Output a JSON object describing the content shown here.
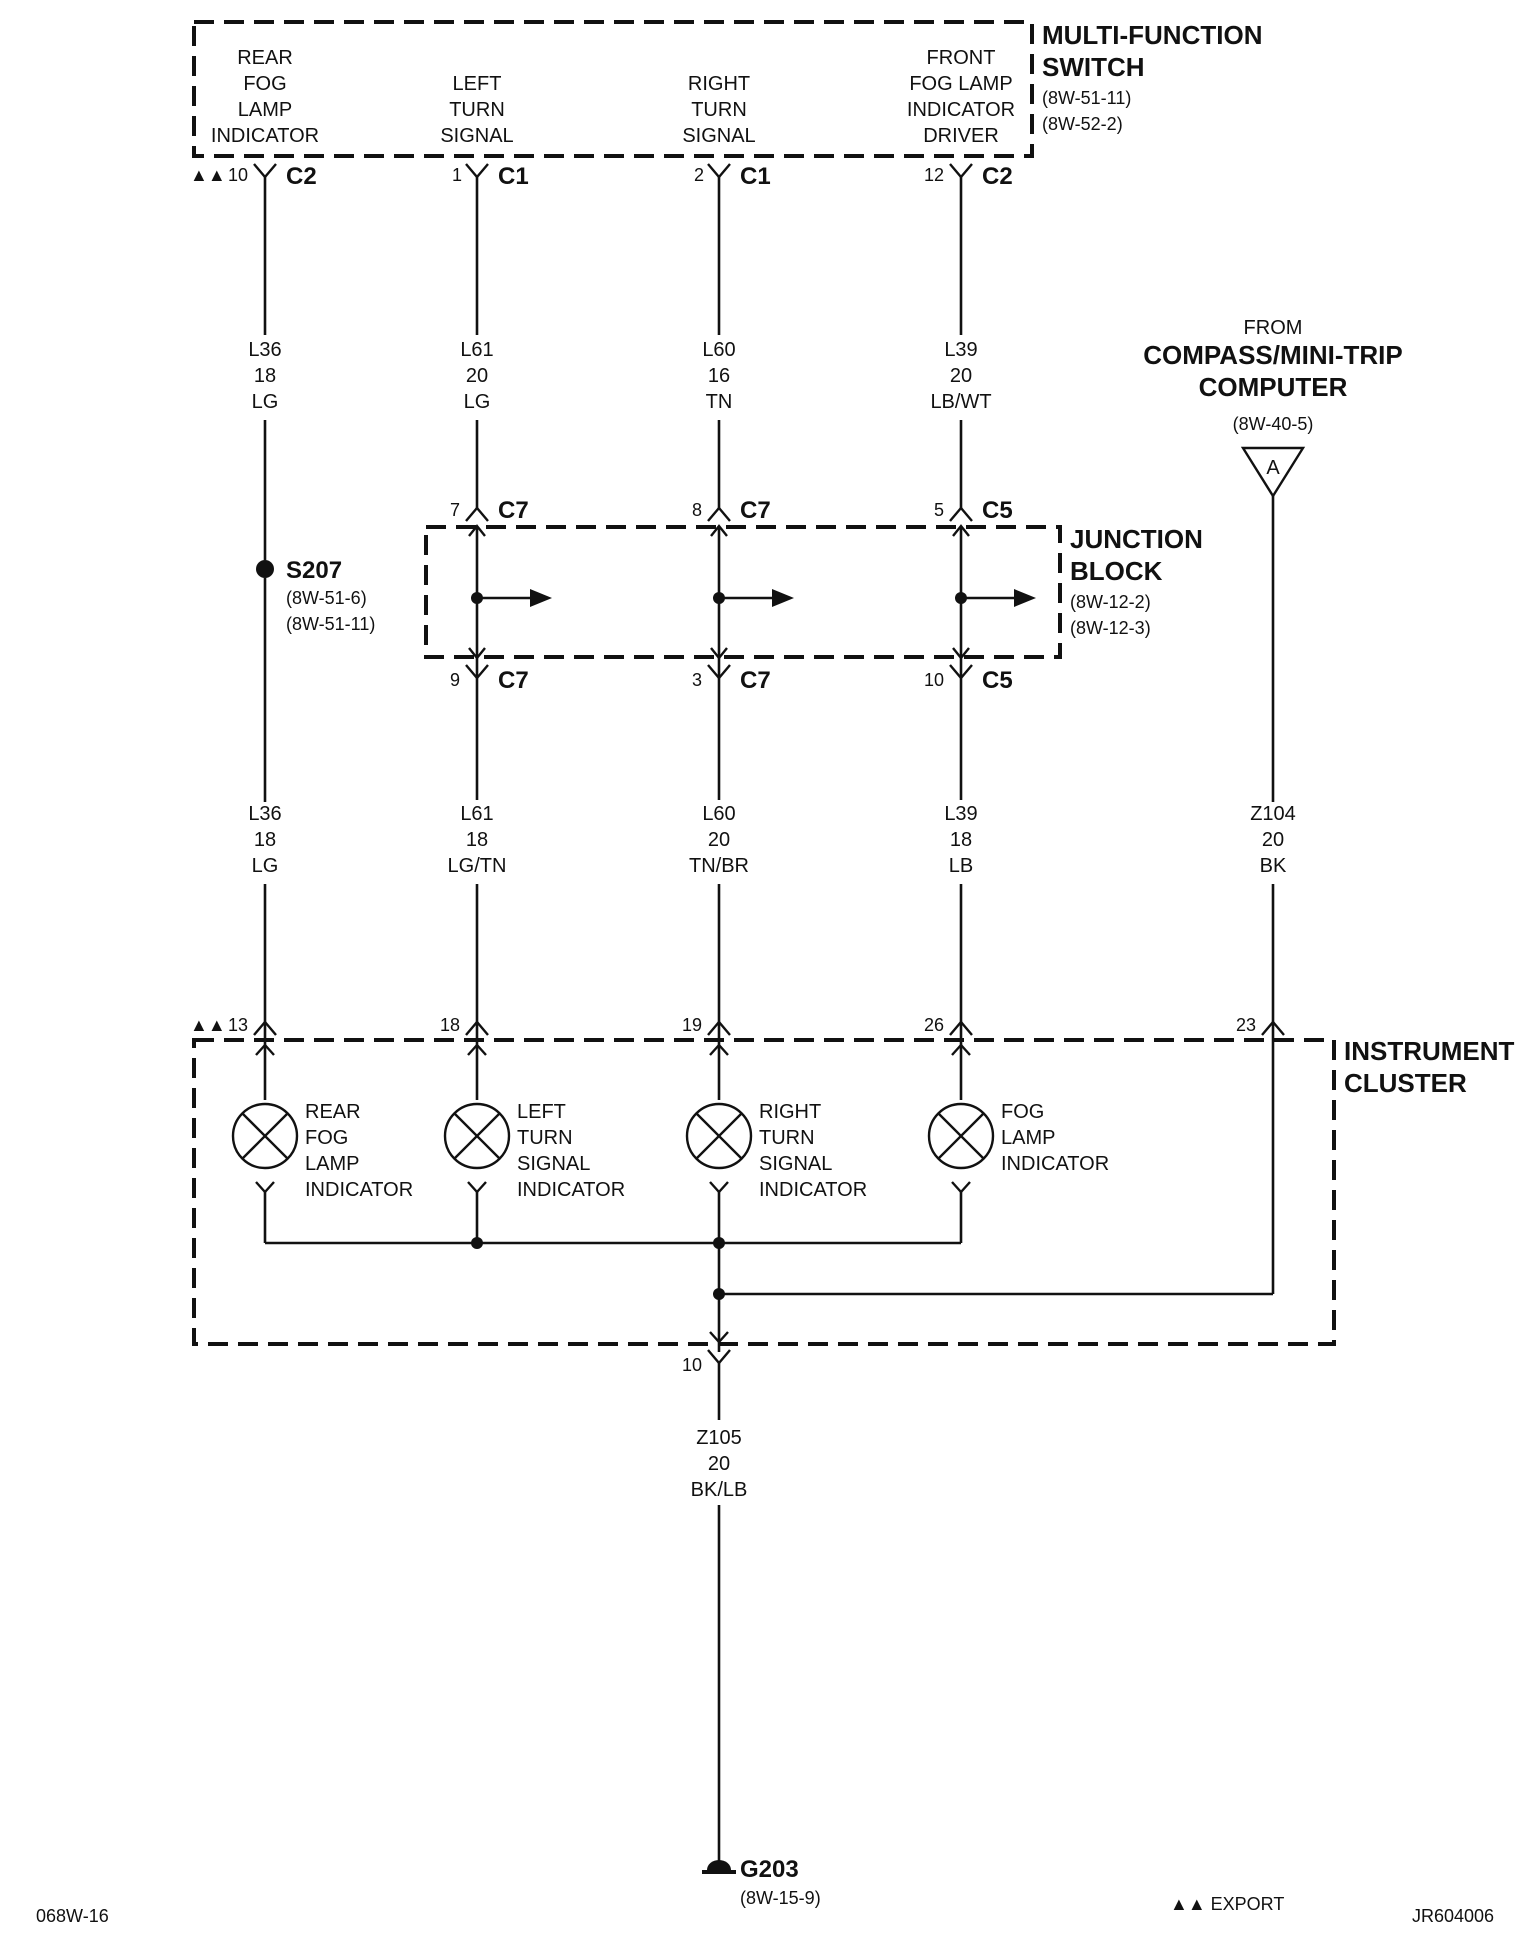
{
  "switch": {
    "title": [
      "MULTI-FUNCTION",
      "SWITCH"
    ],
    "refs": [
      "(8W-51-11)",
      "(8W-52-2)"
    ],
    "labels": [
      [
        "REAR",
        "FOG",
        "LAMP",
        "INDICATOR"
      ],
      [
        "LEFT",
        "TURN",
        "SIGNAL"
      ],
      [
        "RIGHT",
        "TURN",
        "SIGNAL"
      ],
      [
        "FRONT",
        "FOG LAMP",
        "INDICATOR",
        "DRIVER"
      ]
    ],
    "pins": [
      {
        "mark": "▲▲",
        "num": "10",
        "conn": "C2"
      },
      {
        "mark": "",
        "num": "1",
        "conn": "C1"
      },
      {
        "mark": "",
        "num": "2",
        "conn": "C1"
      },
      {
        "mark": "",
        "num": "12",
        "conn": "C2"
      }
    ]
  },
  "upper_wires": [
    [
      "L36",
      "18",
      "LG"
    ],
    [
      "L61",
      "20",
      "LG"
    ],
    [
      "L60",
      "16",
      "TN"
    ],
    [
      "L39",
      "20",
      "LB/WT"
    ]
  ],
  "splice": {
    "name": "S207",
    "refs": [
      "(8W-51-6)",
      "(8W-51-11)"
    ]
  },
  "compass": {
    "from": "FROM",
    "title": [
      "COMPASS/MINI-TRIP",
      "COMPUTER"
    ],
    "ref": "(8W-40-5)",
    "tag": "A"
  },
  "junction": {
    "title": [
      "JUNCTION",
      "BLOCK"
    ],
    "refs": [
      "(8W-12-2)",
      "(8W-12-3)"
    ],
    "top_pins": [
      {
        "num": "7",
        "conn": "C7"
      },
      {
        "num": "8",
        "conn": "C7"
      },
      {
        "num": "5",
        "conn": "C5"
      }
    ],
    "bottom_pins": [
      {
        "num": "9",
        "conn": "C7"
      },
      {
        "num": "3",
        "conn": "C7"
      },
      {
        "num": "10",
        "conn": "C5"
      }
    ]
  },
  "lower_wires": [
    [
      "L36",
      "18",
      "LG"
    ],
    [
      "L61",
      "18",
      "LG/TN"
    ],
    [
      "L60",
      "20",
      "TN/BR"
    ],
    [
      "L39",
      "18",
      "LB"
    ],
    [
      "Z104",
      "20",
      "BK"
    ]
  ],
  "cluster": {
    "title": [
      "INSTRUMENT",
      "CLUSTER"
    ],
    "pins": [
      {
        "mark": "▲▲",
        "num": "13"
      },
      {
        "mark": "",
        "num": "18"
      },
      {
        "mark": "",
        "num": "19"
      },
      {
        "mark": "",
        "num": "26"
      },
      {
        "mark": "",
        "num": "23"
      }
    ],
    "lamps": [
      [
        "REAR",
        "FOG",
        "LAMP",
        "INDICATOR"
      ],
      [
        "LEFT",
        "TURN",
        "SIGNAL",
        "INDICATOR"
      ],
      [
        "RIGHT",
        "TURN",
        "SIGNAL",
        "INDICATOR"
      ],
      [
        "FOG",
        "LAMP",
        "INDICATOR"
      ]
    ],
    "ground_pin": "10"
  },
  "ground_wire": [
    "Z105",
    "20",
    "BK/LB"
  ],
  "ground": {
    "name": "G203",
    "ref": "(8W-15-9)"
  },
  "footer": {
    "left": "068W-16",
    "export": "▲▲ EXPORT",
    "right": "JR604006"
  }
}
